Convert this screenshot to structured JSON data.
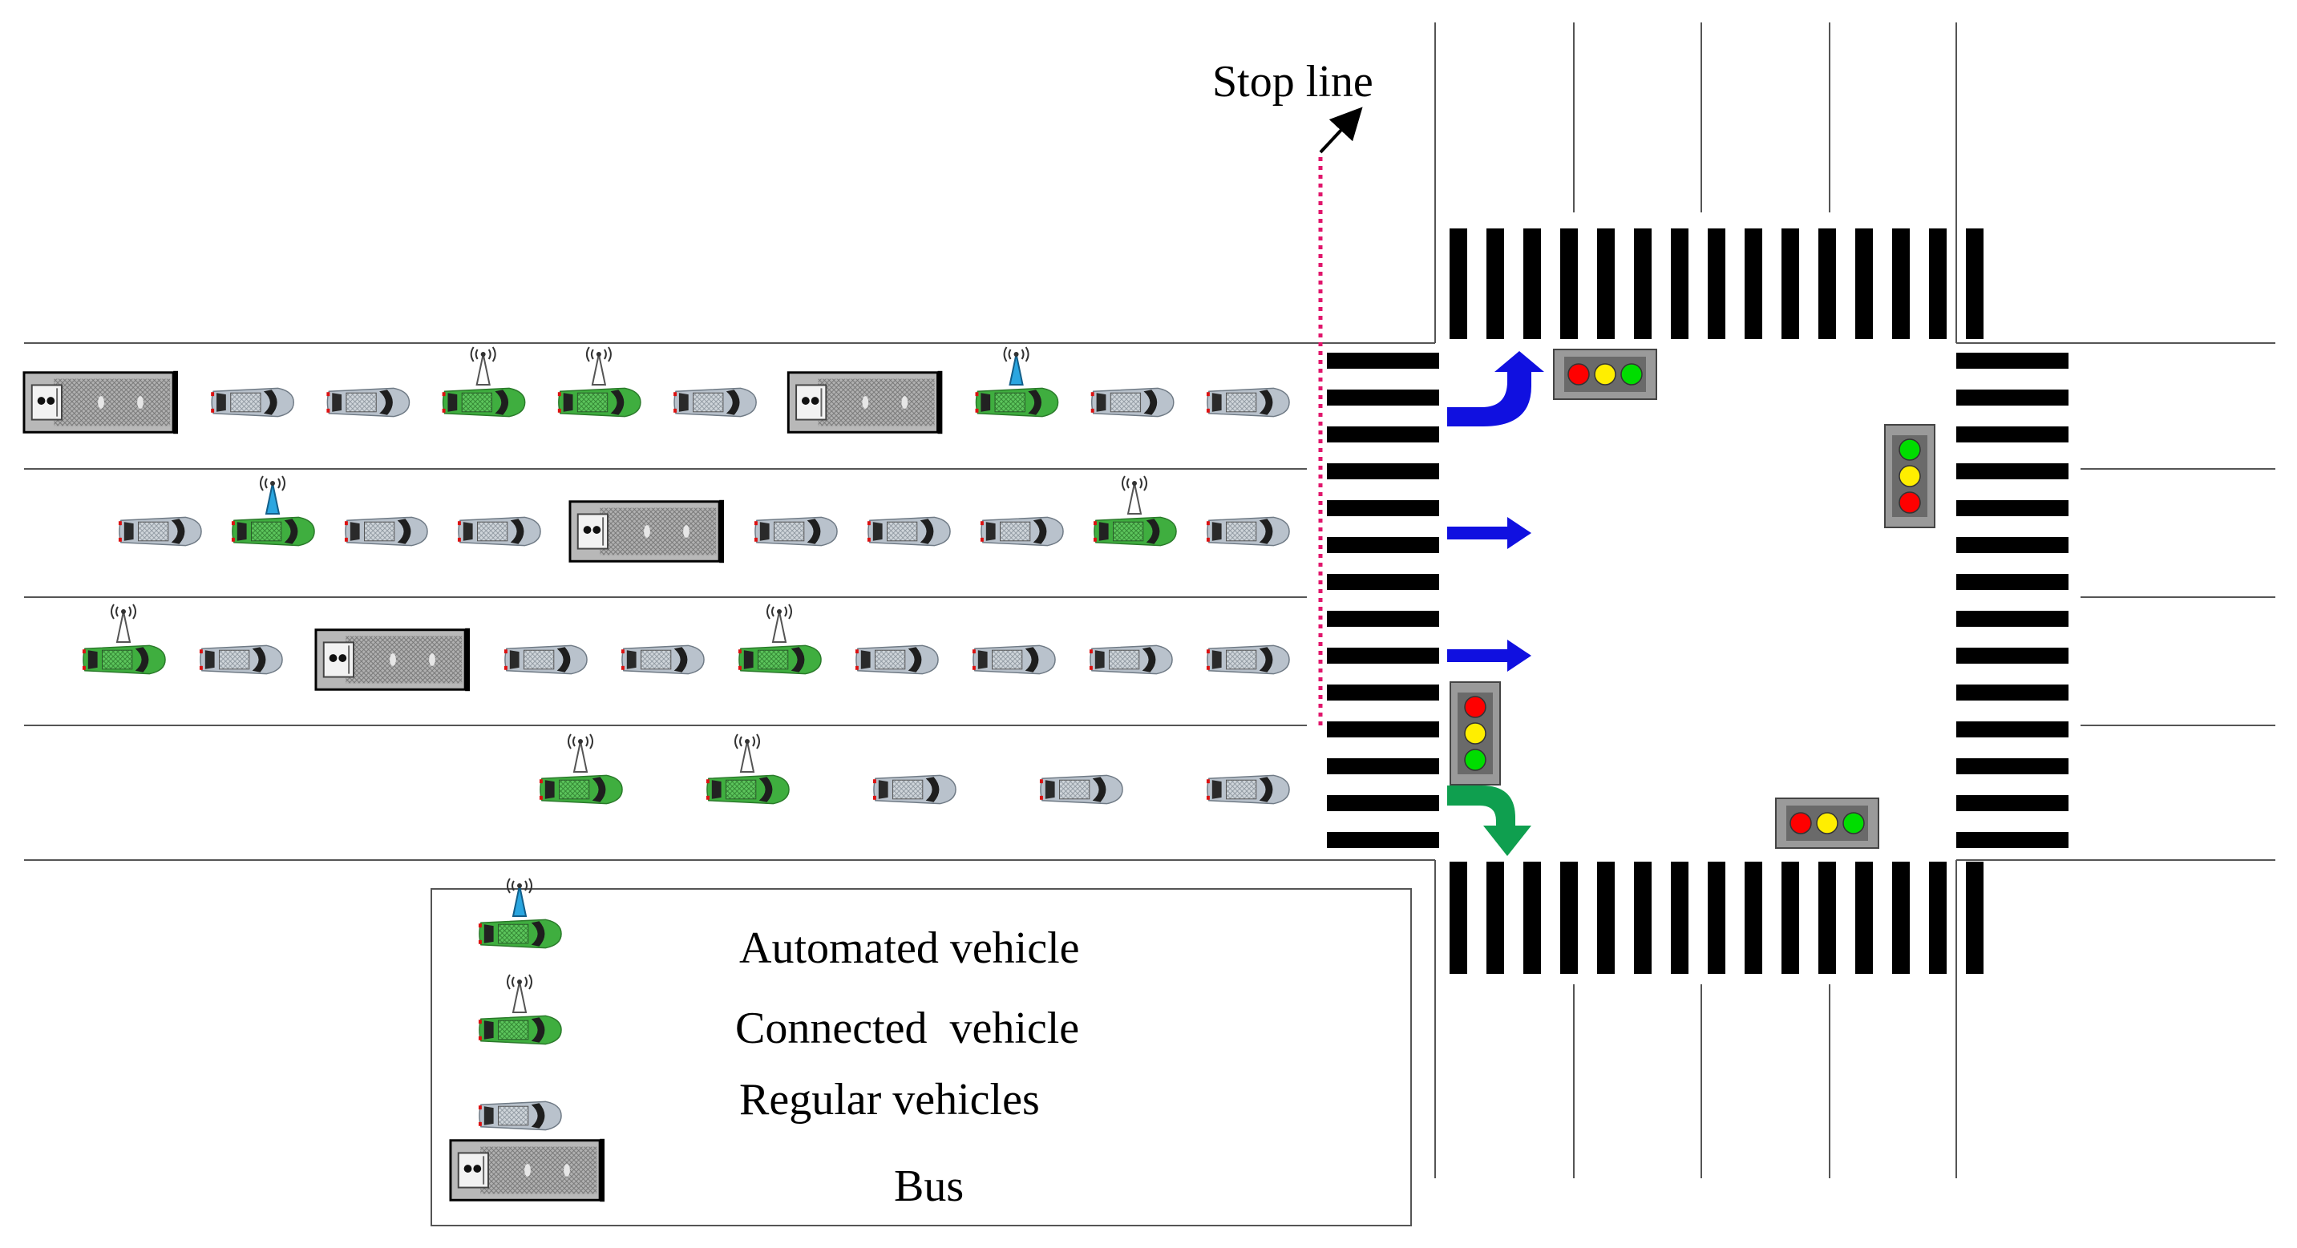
{
  "annotation": {
    "stop_line_label": "Stop line"
  },
  "legend": {
    "items": [
      {
        "type": "automated",
        "label": "Automated vehicle"
      },
      {
        "type": "connected",
        "label": "Connected  vehicle"
      },
      {
        "type": "regular",
        "label": "Regular vehicles"
      },
      {
        "type": "bus",
        "label": "Bus"
      }
    ]
  },
  "lanes": [
    [
      "bus",
      "regular",
      "regular",
      "connected",
      "connected",
      "regular",
      "bus",
      "automated",
      "regular",
      "regular"
    ],
    [
      "regular",
      "automated",
      "regular",
      "regular",
      "bus",
      "regular",
      "regular",
      "regular",
      "connected",
      "regular"
    ],
    [
      "connected",
      "regular",
      "bus",
      "regular",
      "regular",
      "connected",
      "regular",
      "regular",
      "regular",
      "regular"
    ],
    [
      "connected",
      "connected",
      "regular",
      "regular",
      "regular"
    ]
  ],
  "lane_arrows": [
    "left-turn",
    "straight",
    "straight",
    "right-turn"
  ],
  "colors": {
    "connected_body": "#3fae3f",
    "automated_antenna": "#2aa6e0",
    "regular_body": "#b9c2cc",
    "bus_body": "#b8b8b8",
    "arrow_blue": "#1010e0",
    "arrow_green": "#0f9f4f",
    "stop_line": "#e0156b",
    "signal_red": "#ff0000",
    "signal_yellow": "#ffee00",
    "signal_green": "#00dd00"
  }
}
